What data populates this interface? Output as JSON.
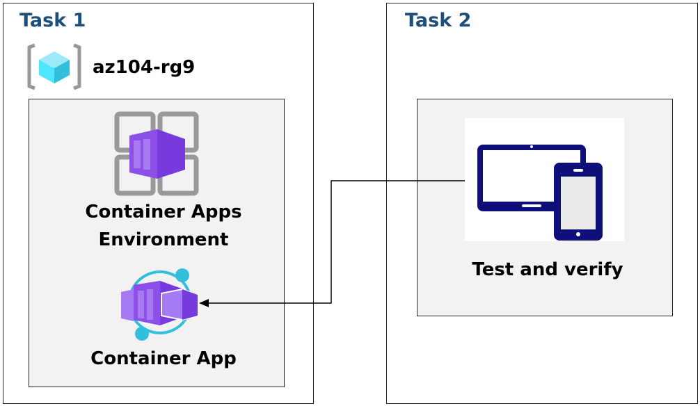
{
  "task1": {
    "title": "Task 1",
    "resource_group": {
      "name": "az104-rg9",
      "icon": "resource-group-icon"
    },
    "environment": {
      "label_line1": "Container Apps",
      "label_line2": "Environment",
      "icon": "container-apps-environment-icon"
    },
    "container_app": {
      "label": "Container App",
      "icon": "container-app-icon"
    }
  },
  "task2": {
    "title": "Task 2",
    "test": {
      "label": "Test and verify",
      "icon": "devices-icon"
    }
  },
  "colors": {
    "title": "#1f4e79",
    "purple": "#773adc",
    "cyan": "#32bedd",
    "navy": "#0f0f7a"
  }
}
